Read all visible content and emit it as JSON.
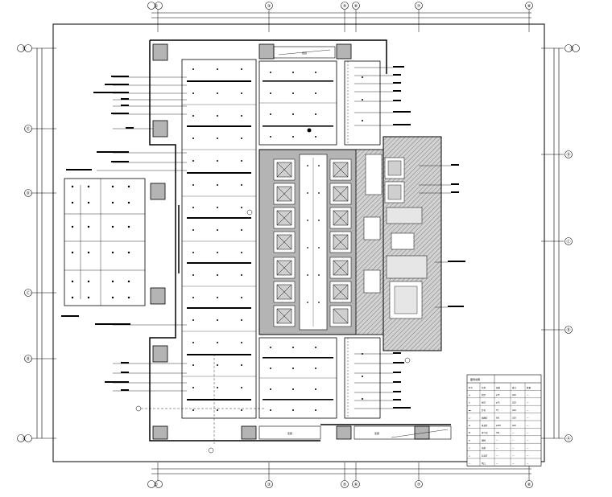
{
  "grid_axes": {
    "top": [
      "①",
      "③",
      "⑤",
      "⑥",
      "⑦",
      "⑧"
    ],
    "bottom": [
      "①",
      "③",
      "⑤",
      "⑥",
      "⑦",
      "⑧"
    ],
    "left": [
      "Ⓕ",
      "Ⓔ",
      "Ⓓ",
      "Ⓒ",
      "Ⓑ",
      "Ⓐ"
    ],
    "right": [
      "Ⓕ",
      "Ⓓ",
      "Ⓒ",
      "Ⓑ",
      "Ⓐ"
    ]
  },
  "labels": {
    "top_room": "走廊",
    "bottom_room_a": "走廊",
    "bottom_room_b": "走廊"
  },
  "legend": {
    "header": "图例说明",
    "rows": [
      [
        "符号",
        "名称",
        "规格",
        "备注",
        "数量"
      ],
      [
        "◎",
        "筒灯",
        "φ75",
        "LED",
        "—"
      ],
      [
        "●",
        "射灯",
        "φ75",
        "LED",
        "—"
      ],
      [
        "▬",
        "灯带",
        "T5",
        "LED",
        "—"
      ],
      [
        "▭",
        "格栅灯",
        "600",
        "LED",
        "—"
      ],
      [
        "⊕",
        "吸顶灯",
        "φ300",
        "LED",
        "—"
      ],
      [
        "☒",
        "排气扇",
        "300",
        "—",
        "—"
      ],
      [
        "⊗",
        "烟感",
        "—",
        "—",
        "—"
      ],
      [
        "◇",
        "喷淋",
        "—",
        "—",
        "—"
      ],
      [
        "△",
        "应急灯",
        "—",
        "—",
        "—"
      ],
      [
        "—",
        "风口",
        "—",
        "—",
        "—"
      ]
    ]
  },
  "colors": {
    "line": "#000000",
    "grey": "#b4b4b4",
    "dark": "#7a7a7a",
    "hatch": "#6a6a6a"
  }
}
